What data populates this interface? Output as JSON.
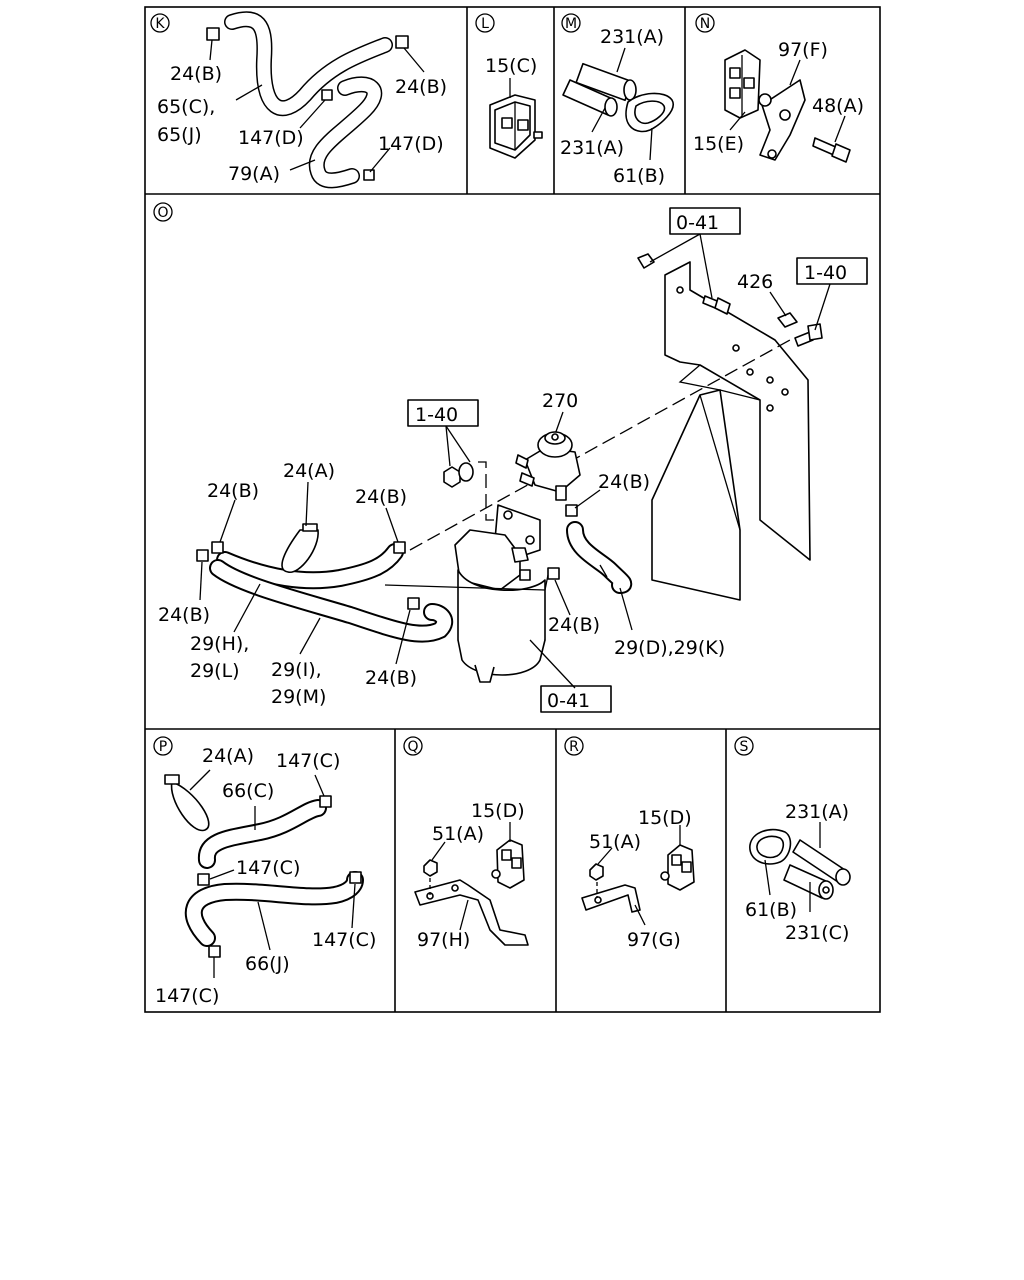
{
  "panels": {
    "K": {
      "letter": "K",
      "labels": [
        "24(B)",
        "24(B)",
        "65(C),",
        "65(J)",
        "147(D)",
        "147(D)",
        "79(A)"
      ]
    },
    "L": {
      "letter": "L",
      "labels": [
        "15(C)"
      ]
    },
    "M": {
      "letter": "M",
      "labels": [
        "231(A)",
        "231(A)",
        "61(B)"
      ]
    },
    "N": {
      "letter": "N",
      "labels": [
        "97(F)",
        "48(A)",
        "15(E)"
      ]
    },
    "O": {
      "letter": "O",
      "labels": [
        "0-41",
        "426",
        "1-40",
        "270",
        "1-40",
        "24(A)",
        "24(B)",
        "24(B)",
        "24(B)",
        "24(B)",
        "24(B)",
        "24(B)",
        "29(H),",
        "29(L)",
        "29(I),",
        "29(M)",
        "29(D),29(K)",
        "0-41"
      ]
    },
    "P": {
      "letter": "P",
      "labels": [
        "24(A)",
        "147(C)",
        "66(C)",
        "147(C)",
        "147(C)",
        "66(J)",
        "147(C)"
      ]
    },
    "Q": {
      "letter": "Q",
      "labels": [
        "15(D)",
        "51(A)",
        "97(H)"
      ]
    },
    "R": {
      "letter": "R",
      "labels": [
        "15(D)",
        "51(A)",
        "97(G)"
      ]
    },
    "S": {
      "letter": "S",
      "labels": [
        "231(A)",
        "61(B)",
        "231(C)"
      ]
    }
  }
}
